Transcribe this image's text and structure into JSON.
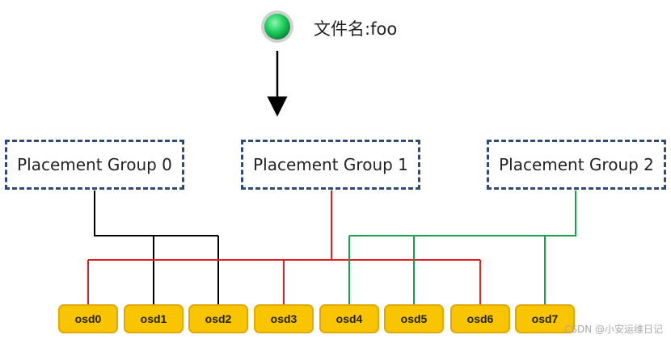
{
  "file": {
    "label": "文件名:foo",
    "dot_color": "#1fcf5e"
  },
  "groups": [
    {
      "label": "Placement Group 0",
      "color": "#000000",
      "osds": [
        1,
        2
      ]
    },
    {
      "label": "Placement Group 1",
      "color": "#e02020",
      "osds": [
        0,
        3,
        6
      ]
    },
    {
      "label": "Placement Group 2",
      "color": "#1a9e50",
      "osds": [
        4,
        5,
        7
      ]
    }
  ],
  "osds": [
    "osd0",
    "osd1",
    "osd2",
    "osd3",
    "osd4",
    "osd5",
    "osd6",
    "osd7"
  ],
  "watermark": "CSDN @小安运维日记"
}
